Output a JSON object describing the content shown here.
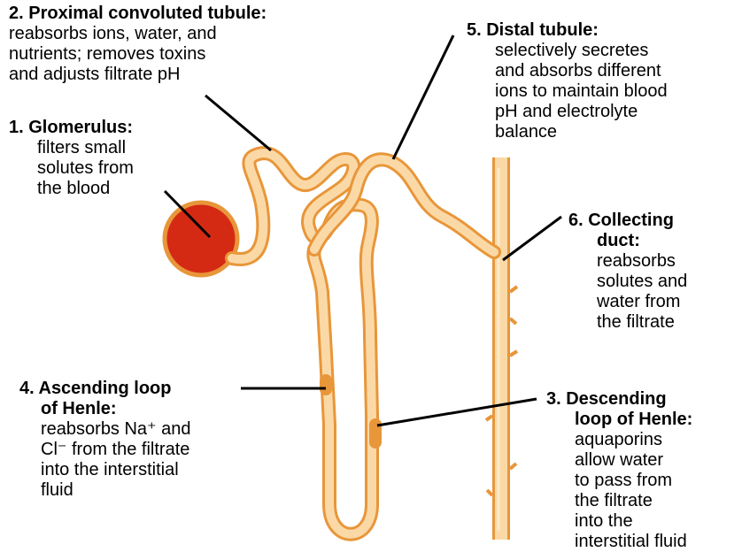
{
  "diagram": {
    "colors": {
      "tubule_outline": "#e8963a",
      "tubule_fill": "#fbd9a6",
      "tubule_highlight": "#fde9c8",
      "glomerulus_fill": "#d42a14",
      "glomerulus_outline": "#e8963a",
      "leader_line": "#000000"
    },
    "labels": {
      "proximal": {
        "title": "2. Proximal convoluted tubule:",
        "lines": [
          "reabsorbs ions, water, and",
          "nutrients; removes toxins",
          "and adjusts filtrate pH"
        ]
      },
      "glomerulus": {
        "title": "1. Glomerulus:",
        "lines": [
          "filters small",
          "solutes from",
          "the blood"
        ]
      },
      "distal": {
        "title": "5. Distal tubule:",
        "lines": [
          "selectively secretes",
          "and absorbs different",
          "ions to maintain blood",
          "pH and electrolyte",
          "balance"
        ]
      },
      "collecting": {
        "title_lines": [
          "6. Collecting",
          "duct:"
        ],
        "lines": [
          "reabsorbs",
          "solutes and",
          "water from",
          "the filtrate"
        ]
      },
      "ascending": {
        "title_lines": [
          "4. Ascending loop",
          "of Henle:"
        ],
        "lines": [
          "reabsorbs Na⁺ and",
          "Cl⁻ from the filtrate",
          "into the interstitial",
          "fluid"
        ]
      },
      "descending": {
        "title_lines": [
          "3. Descending",
          "loop of Henle:"
        ],
        "lines": [
          "aquaporins",
          "allow water",
          "to pass from",
          "the filtrate",
          "into the",
          "interstitial fluid"
        ]
      }
    }
  }
}
